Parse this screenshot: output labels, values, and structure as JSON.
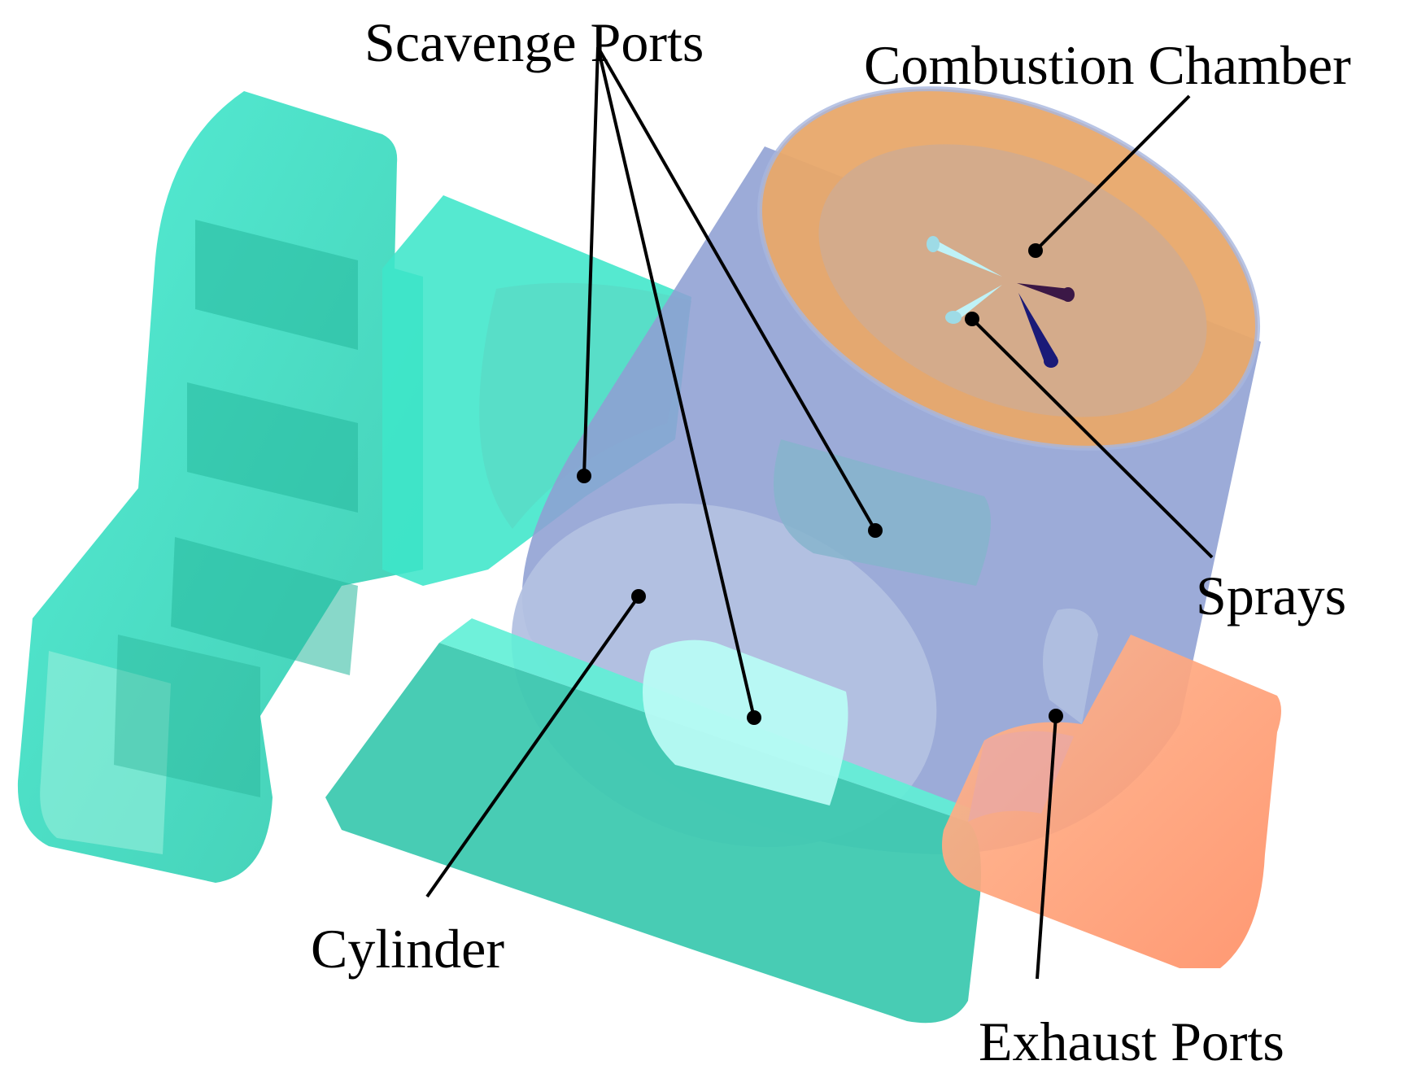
{
  "labels": {
    "scavenge_ports": "Scavenge Ports",
    "combustion_chamber": "Combustion Chamber",
    "sprays": "Sprays",
    "cylinder": "Cylinder",
    "exhaust_ports": "Exhaust Ports"
  },
  "colors": {
    "scavenge_port": "#3ee6c9",
    "scavenge_port_dark": "#2fcfb0",
    "cylinder": "#8e9fd3",
    "cylinder_bottom": "#b3c1e2",
    "combustion_chamber": "#e8a86a",
    "exhaust_port": "#ff9a72",
    "spray_light": "#bff2f7",
    "spray_dark": "#1a1a78",
    "spray_purple": "#3b1846",
    "leader_line": "#000000"
  }
}
